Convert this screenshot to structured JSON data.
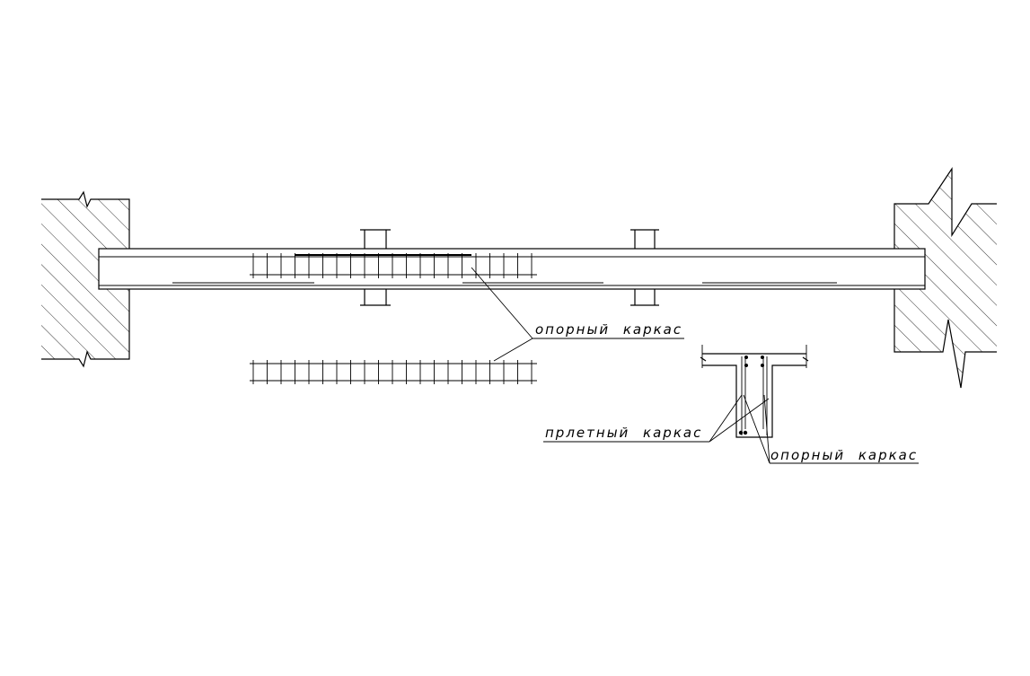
{
  "labels": {
    "support_cage_top": "опорный  каркас",
    "flat_cage": "прлетный  каркас",
    "support_cage_section": "опорный  каркас"
  },
  "colors": {
    "line": "#000000",
    "background": "#ffffff"
  }
}
